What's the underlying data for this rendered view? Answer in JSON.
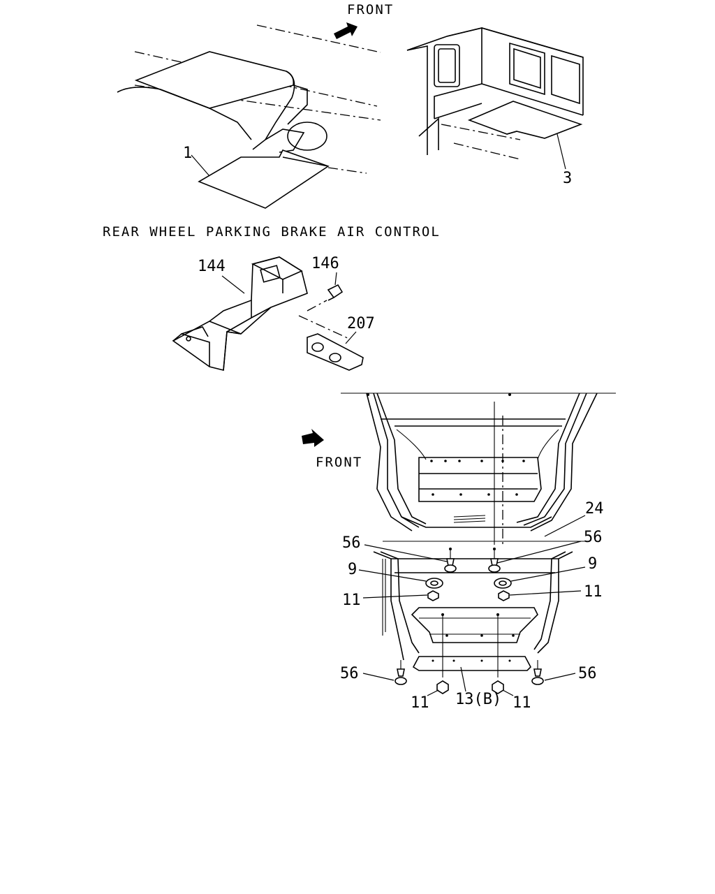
{
  "labels": {
    "front_top": "FRONT",
    "front_lower": "FRONT",
    "section_heading": "REAR WHEEL PARKING BRAKE AIR CONTROL"
  },
  "callouts": {
    "c1": "1",
    "c3": "3",
    "c144": "144",
    "c146": "146",
    "c207": "207",
    "c24": "24",
    "c56_left_upper": "56",
    "c56_right_upper": "56",
    "c9_left": "9",
    "c9_right": "9",
    "c11_left_upper": "11",
    "c11_right_upper": "11",
    "c56_left_lower": "56",
    "c56_right_lower": "56",
    "c11_left_lower": "11",
    "c13b": "13(B)",
    "c11_right_lower": "11"
  }
}
